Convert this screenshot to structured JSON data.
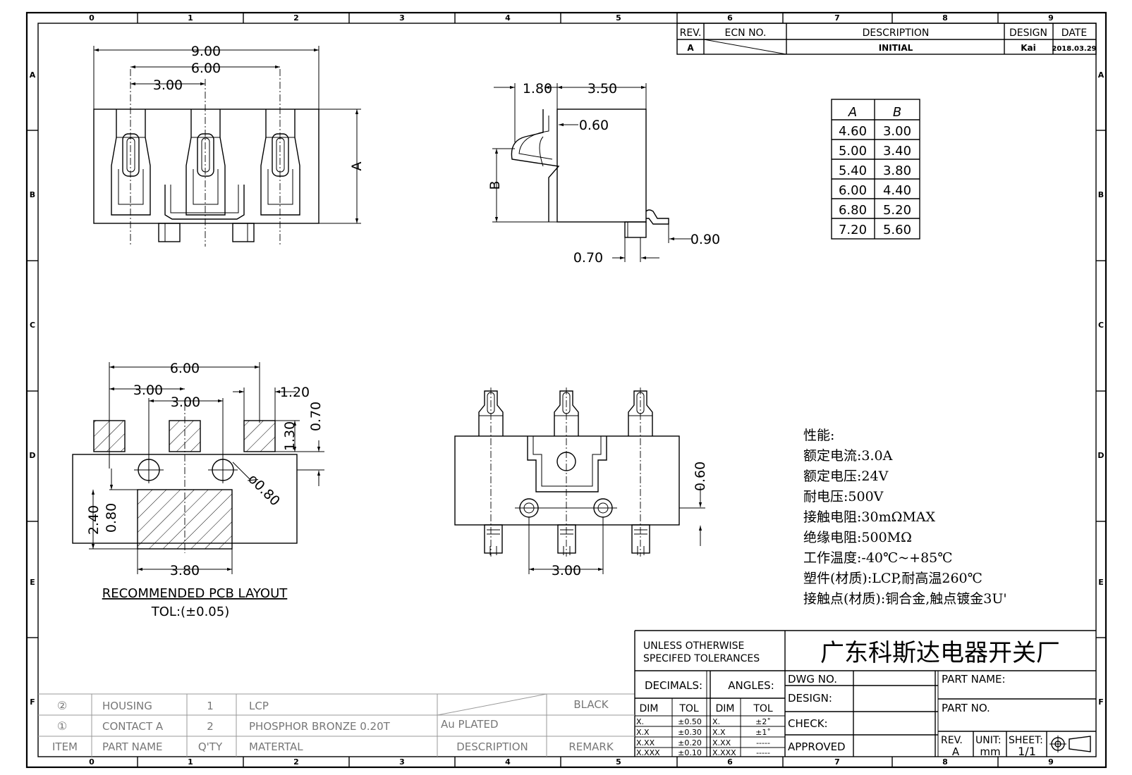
{
  "grid": {
    "columns": [
      "0",
      "1",
      "2",
      "3",
      "4",
      "5",
      "6",
      "7",
      "8",
      "9"
    ],
    "rows": [
      "A",
      "B",
      "C",
      "D",
      "E",
      "F"
    ]
  },
  "revision_table": {
    "headers": {
      "rev": "REV.",
      "ecn": "ECN NO.",
      "description": "DESCRIPTION",
      "design": "DESIGN",
      "date": "DATE"
    },
    "row": {
      "rev": "A",
      "ecn": "",
      "description": "INITIAL",
      "design": "Kai",
      "date": "2018.03.29"
    }
  },
  "dimension_table": {
    "headers": [
      "A",
      "B"
    ],
    "rows": [
      [
        "4.60",
        "3.00"
      ],
      [
        "5.00",
        "3.40"
      ],
      [
        "5.40",
        "3.80"
      ],
      [
        "6.00",
        "4.40"
      ],
      [
        "6.80",
        "5.20"
      ],
      [
        "7.20",
        "5.60"
      ]
    ]
  },
  "top_view": {
    "dims": [
      "9.00",
      "6.00",
      "3.00",
      "A"
    ]
  },
  "side_view": {
    "dims": [
      "1.80",
      "3.50",
      "0.60",
      "B",
      "0.90",
      "0.70"
    ]
  },
  "pcb_layout": {
    "dims": [
      "6.00",
      "3.00",
      "3.00",
      "1.20",
      "1.30",
      "0.70",
      "ø0.80",
      "2.40",
      "0.80",
      "3.80"
    ],
    "title": "RECOMMENDED PCB LAYOUT",
    "tolerance": "TOL:(±0.05)"
  },
  "bottom_view": {
    "dims": [
      "0.60",
      "3.00"
    ]
  },
  "specs": {
    "heading": "性能:",
    "lines": [
      "额定电流:3.0A",
      "额定电压:24V",
      "耐电压:500V",
      "接触电阻:30mΩMAX",
      "绝缘电阻:500MΩ",
      "工作温度:-40℃~+85℃",
      "塑件(材质):LCP,耐高温260℃",
      "接触点(材质):铜合金,触点镀金3U'"
    ]
  },
  "title_block": {
    "tolerance_note": [
      "UNLESS OTHERWISE",
      "SPECIFED TOLERANCES"
    ],
    "company": "广东科斯达电器开关厂",
    "decimals": "DECIMALS:",
    "angles": "ANGLES:",
    "dim": "DIM",
    "tol": "TOL",
    "decimal_rows": [
      [
        "X.",
        "±0.50"
      ],
      [
        "X.X",
        "±0.30"
      ],
      [
        "X.XX",
        "±0.20"
      ],
      [
        "X.XXX",
        "±0.10"
      ]
    ],
    "angle_rows": [
      [
        "X.",
        "±2˚"
      ],
      [
        "X.X",
        "±1˚"
      ],
      [
        "X.XX",
        "-----"
      ],
      [
        "X.XXX",
        "-----"
      ]
    ],
    "dwg_no": "DWG NO.",
    "design": "DESIGN:",
    "check": "CHECK:",
    "approved": "APPROVED",
    "part_name": "PART NAME:",
    "part_no": "PART NO.",
    "rev": "REV.",
    "rev_value": "A",
    "unit": "UNIT:",
    "unit_value": "mm",
    "sheet": "SHEET:",
    "sheet_value": "1/1"
  },
  "bom": {
    "rows": [
      {
        "item": "②",
        "part": "HOUSING",
        "qty": "1",
        "material": "LCP",
        "description": "",
        "remark": "BLACK"
      },
      {
        "item": "①",
        "part": "CONTACT A",
        "qty": "2",
        "material": "PHOSPHOR BRONZE 0.20T",
        "description": "Au PLATED",
        "remark": ""
      }
    ],
    "header": {
      "item": "ITEM",
      "part": "PART NAME",
      "qty": "Q'TY",
      "material": "MATERTAL",
      "description": "DESCRIPTION",
      "remark": "REMARK"
    }
  }
}
